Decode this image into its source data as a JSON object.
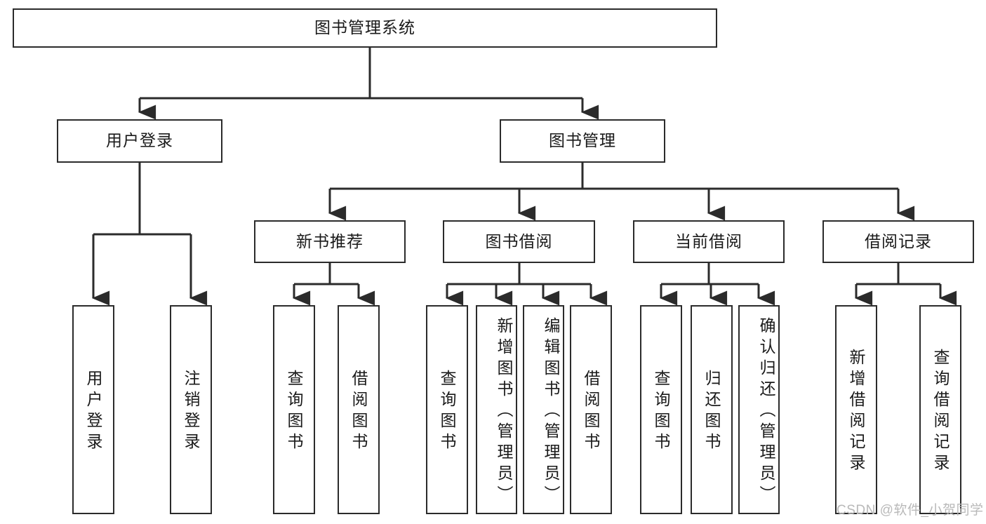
{
  "diagram": {
    "title": "图书管理系统",
    "type": "hierarchy-tree",
    "watermark": "CSDN @软件_小贺同学",
    "colors": {
      "box_border": "#2b2b2b",
      "box_fill": "#ffffff",
      "line": "#2b2b2b",
      "text": "#1a1a1a",
      "watermark": "#b9b9b9"
    },
    "nodes": {
      "root": {
        "label": "图书管理系统"
      },
      "level2": [
        {
          "id": "user-login",
          "label": "用户登录"
        },
        {
          "id": "book-manage",
          "label": "图书管理"
        }
      ],
      "level3": [
        {
          "id": "new-book-recommend",
          "label": "新书推荐"
        },
        {
          "id": "book-borrow",
          "label": "图书借阅"
        },
        {
          "id": "current-borrow",
          "label": "当前借阅"
        },
        {
          "id": "borrow-record",
          "label": "借阅记录"
        }
      ],
      "leaves": {
        "user-login": [
          {
            "id": "leaf-user-login",
            "label": "用户登录"
          },
          {
            "id": "leaf-user-logout",
            "label": "注销登录"
          }
        ],
        "new-book-recommend": [
          {
            "id": "leaf-query-book-1",
            "label": "查询图书"
          },
          {
            "id": "leaf-borrow-book-1",
            "label": "借阅图书"
          }
        ],
        "book-borrow": [
          {
            "id": "leaf-query-book-2",
            "label": "查询图书"
          },
          {
            "id": "leaf-add-book-admin",
            "label": "新增图书（管理员）"
          },
          {
            "id": "leaf-edit-book-admin",
            "label": "编辑图书（管理员）"
          },
          {
            "id": "leaf-borrow-book-2",
            "label": "借阅图书"
          }
        ],
        "current-borrow": [
          {
            "id": "leaf-query-book-3",
            "label": "查询图书"
          },
          {
            "id": "leaf-return-book",
            "label": "归还图书"
          },
          {
            "id": "leaf-confirm-return-admin",
            "label": "确认归还（管理员）"
          }
        ],
        "borrow-record": [
          {
            "id": "leaf-add-borrow-record",
            "label": "新增借阅记录"
          },
          {
            "id": "leaf-query-borrow-record",
            "label": "查询借阅记录"
          }
        ]
      }
    }
  }
}
